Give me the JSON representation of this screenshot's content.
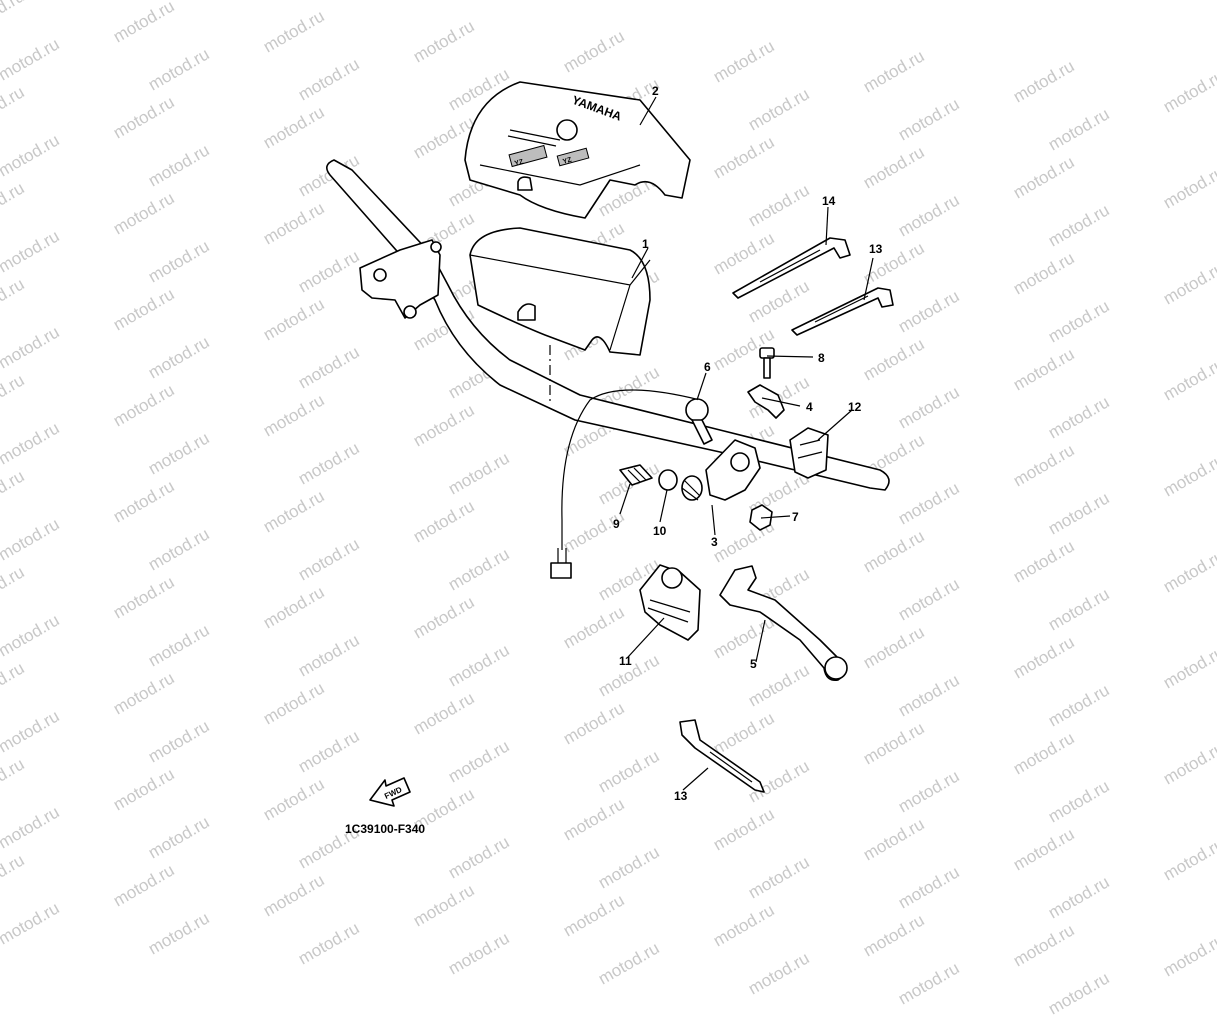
{
  "watermark": "motod.ru",
  "diagram_code": "1C39100-F340",
  "fwd_label": "FWD",
  "pad_brand": "YAMAHA",
  "pad_badges": [
    "YZ",
    "YZ"
  ],
  "callouts": [
    {
      "id": "c1",
      "label": "1"
    },
    {
      "id": "c2",
      "label": "2"
    },
    {
      "id": "c3",
      "label": "3"
    },
    {
      "id": "c4",
      "label": "4"
    },
    {
      "id": "c5",
      "label": "5"
    },
    {
      "id": "c6",
      "label": "6"
    },
    {
      "id": "c7",
      "label": "7"
    },
    {
      "id": "c8",
      "label": "8"
    },
    {
      "id": "c9",
      "label": "9"
    },
    {
      "id": "c10",
      "label": "10"
    },
    {
      "id": "c11",
      "label": "11"
    },
    {
      "id": "c12",
      "label": "12"
    },
    {
      "id": "c13a",
      "label": "13"
    },
    {
      "id": "c13b",
      "label": "13"
    },
    {
      "id": "c14",
      "label": "14"
    }
  ]
}
